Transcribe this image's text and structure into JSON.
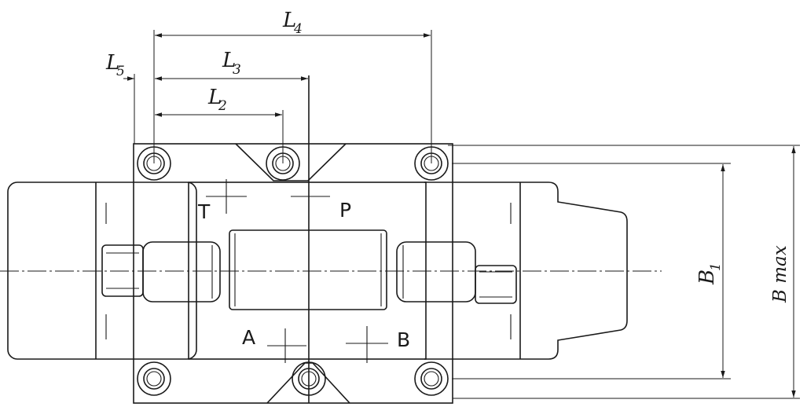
{
  "dimensions": {
    "L4": {
      "letter": "L",
      "sub": "4"
    },
    "L5": {
      "letter": "L",
      "sub": "5"
    },
    "L3": {
      "letter": "L",
      "sub": "3"
    },
    "L2": {
      "letter": "L",
      "sub": "2"
    },
    "B1": {
      "letter": "B",
      "sub": "1"
    },
    "Bmax": {
      "text": "B max"
    }
  },
  "ports": {
    "T": "T",
    "P": "P",
    "A": "A",
    "B": "B"
  },
  "colors": {
    "line": "#1a1a1a",
    "background": "#ffffff"
  }
}
